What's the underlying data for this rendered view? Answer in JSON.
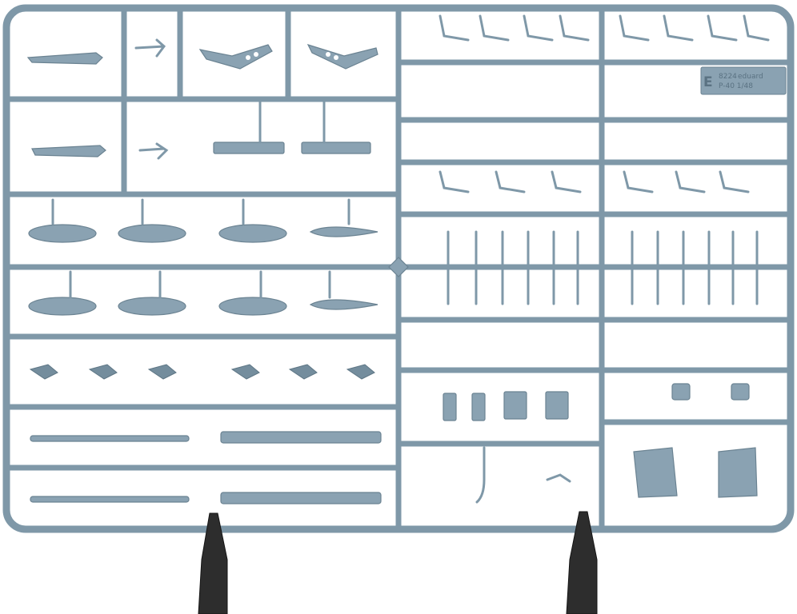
{
  "image": {
    "subject": "photo",
    "colors": {
      "plastic": "#8aa2b2",
      "plastic_shadow": "#6b8392",
      "frame": "#7f98a8",
      "clamp": "#2d2d2d",
      "background": "#ffffff"
    }
  },
  "sprue": {
    "letter": "E",
    "code": "8224",
    "brand": "eduard",
    "model": "P-40 1/48"
  }
}
